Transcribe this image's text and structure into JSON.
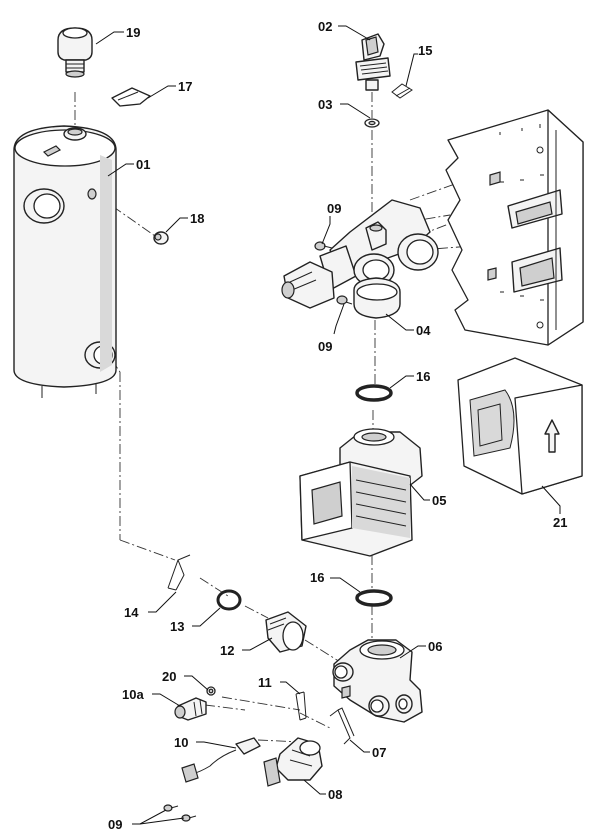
{
  "labels": {
    "p01": "01",
    "p02": "02",
    "p03": "03",
    "p04": "04",
    "p05": "05",
    "p06": "06",
    "p07": "07",
    "p08": "08",
    "p09a": "09",
    "p09b": "09",
    "p09c": "09",
    "p10": "10",
    "p10a": "10a",
    "p11": "11",
    "p12": "12",
    "p13": "13",
    "p14": "14",
    "p15": "15",
    "p16a": "16",
    "p16b": "16",
    "p17": "17",
    "p18": "18",
    "p19": "19",
    "p20": "20",
    "p21": "21"
  }
}
